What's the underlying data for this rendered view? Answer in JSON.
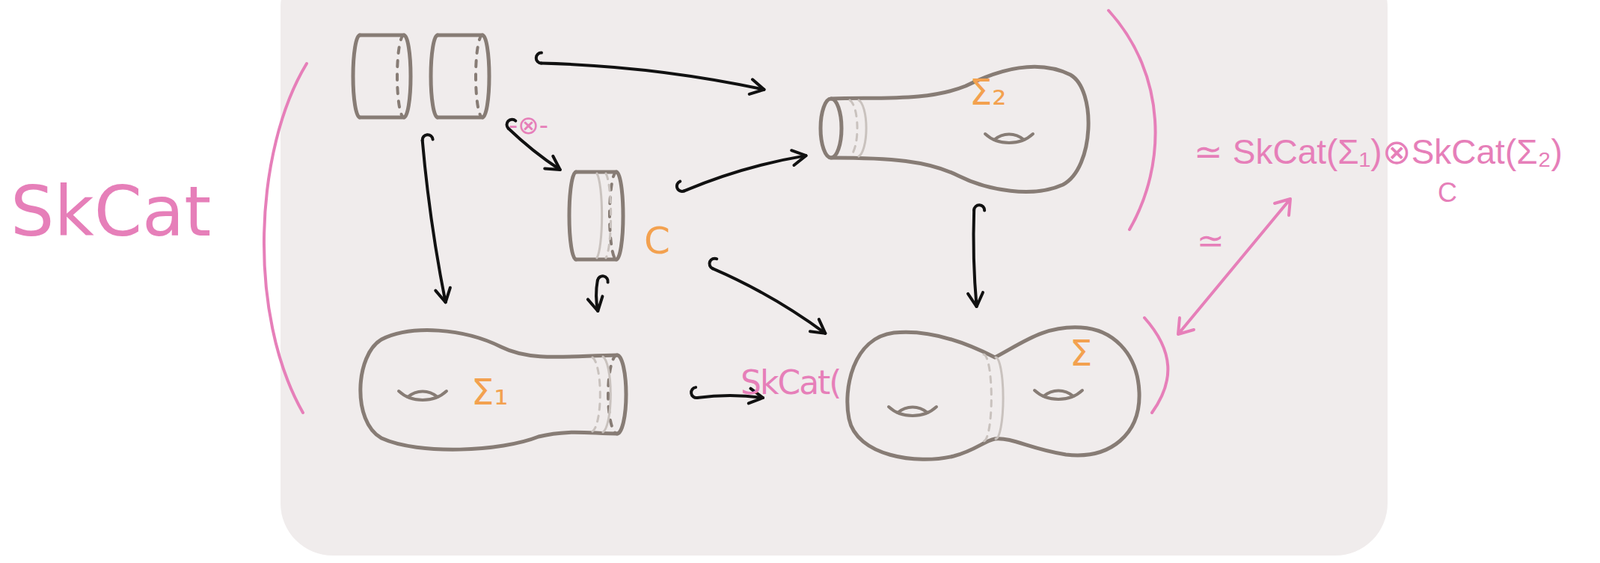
{
  "diagram": {
    "nodes": [
      {
        "text": []
      },
      {
        "text": [
          "Σ₂"
        ]
      },
      {
        "text": [
          "C"
        ]
      },
      {
        "text": [
          "Σ₁"
        ]
      },
      {
        "text": [
          "Σ"
        ]
      }
    ],
    "edges": [
      {
        "from": 0,
        "to": 1,
        "arrow": "to"
      },
      {
        "from": 0,
        "to": 3,
        "arrow": "to"
      },
      {
        "from": 0,
        "to": 2,
        "arrow": "to"
      },
      {
        "from": 2,
        "to": 1,
        "arrow": "to"
      },
      {
        "from": 2,
        "to": 3,
        "arrow": "to"
      },
      {
        "from": 2,
        "to": 4,
        "arrow": "to"
      },
      {
        "from": 1,
        "to": 4,
        "arrow": "to"
      },
      {
        "from": 3,
        "to": 4,
        "arrow": "to"
      }
    ],
    "labels": [
      "SkCat",
      "-⊗-",
      "SkCat(",
      "≃ SkCat(Σ₁)⊗SkCat(Σ₂)",
      "C",
      "≃"
    ]
  }
}
